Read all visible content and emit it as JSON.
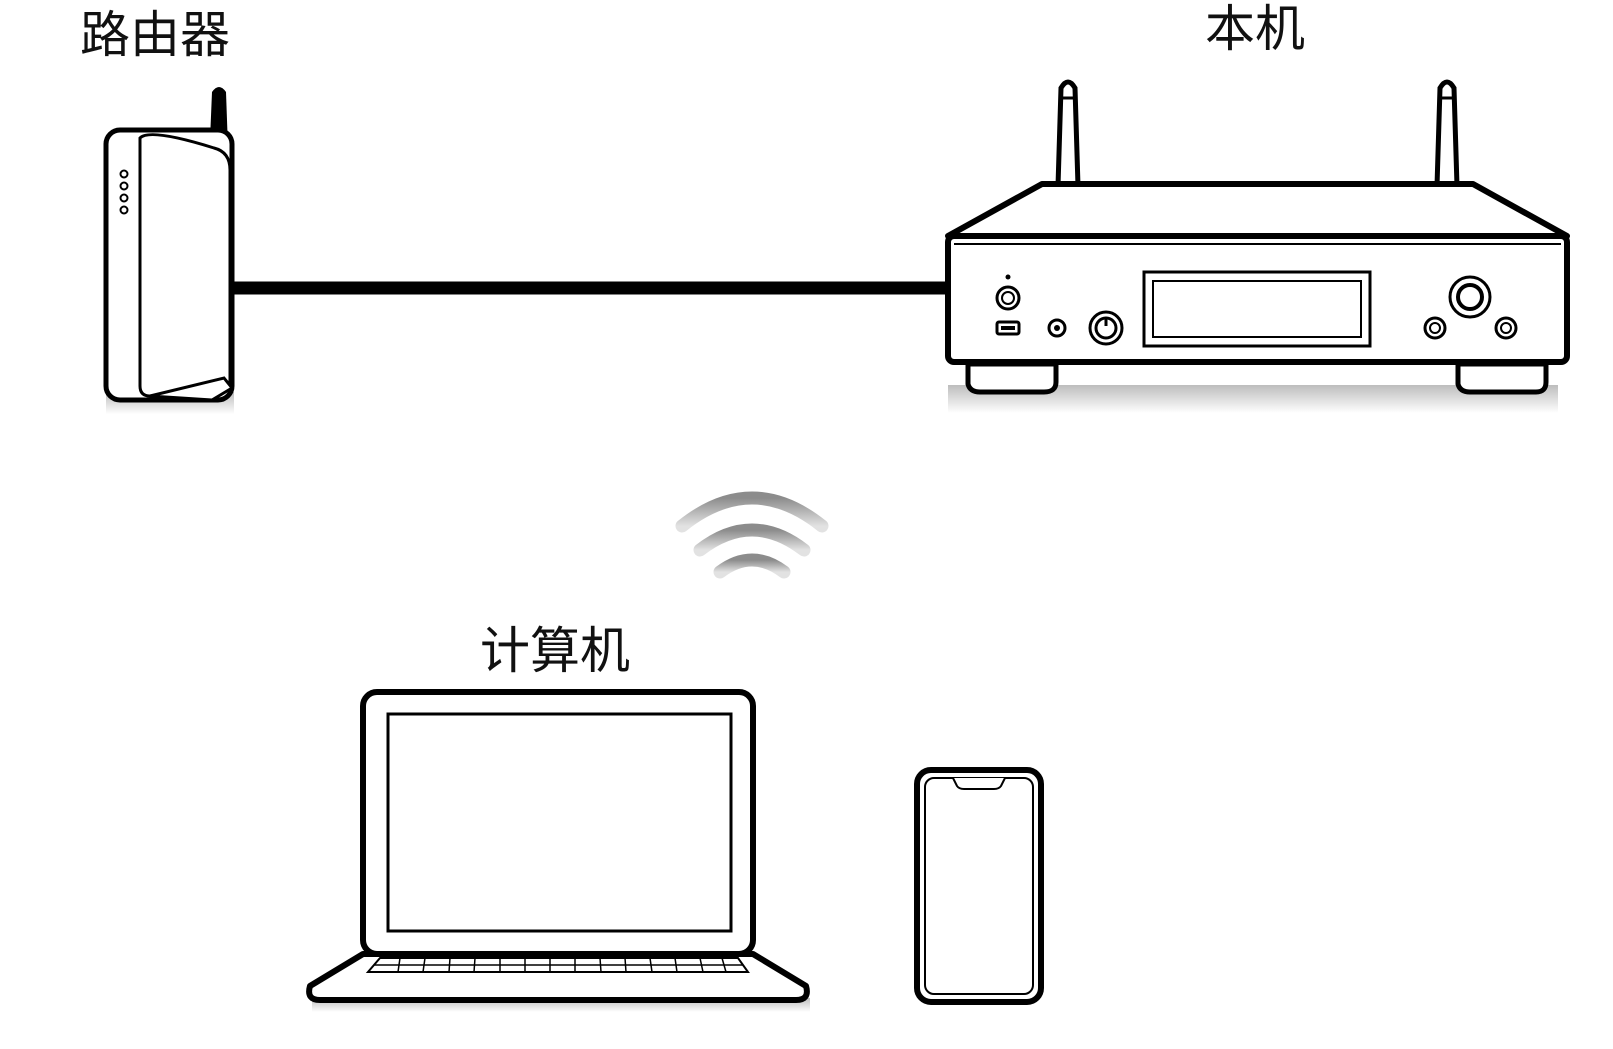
{
  "labels": {
    "router": "路由器",
    "unit": "本机",
    "computer": "计算机"
  },
  "colors": {
    "line": "#000000",
    "fill": "#ffffff",
    "wifi_wave": "#9a9a9a",
    "shadow": "#d6d6d6"
  },
  "icons": {
    "router": "router-icon",
    "unit": "network-player-icon",
    "wireless": "wifi-signal-icon",
    "computer": "laptop-icon",
    "phone": "smartphone-icon"
  }
}
